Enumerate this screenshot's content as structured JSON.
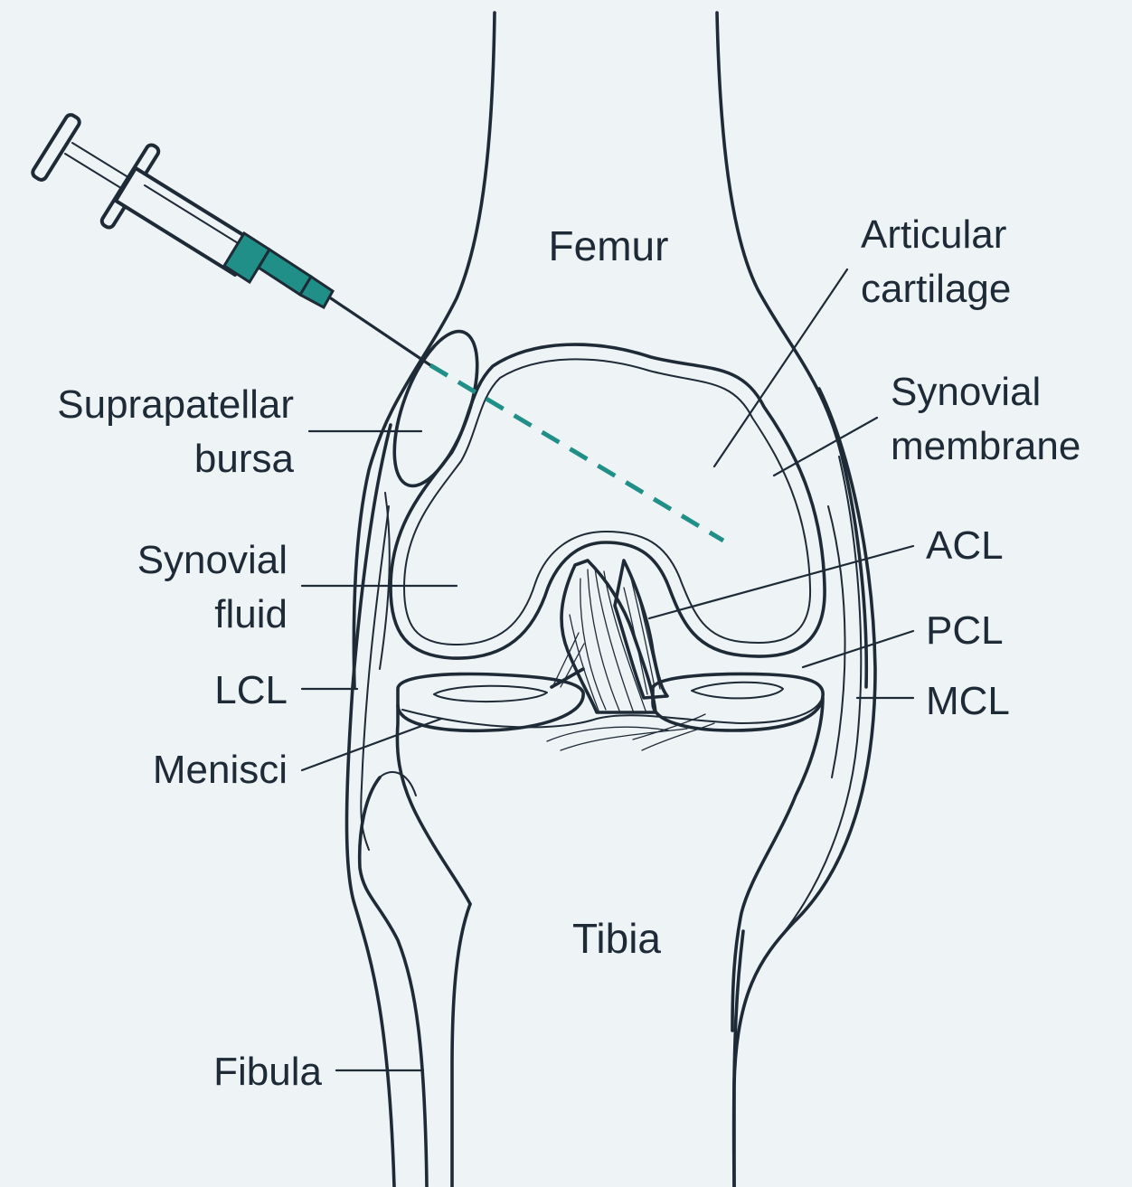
{
  "colors": {
    "background": "#eef3f6",
    "line": "#1e2a36",
    "accent": "#1f8f88"
  },
  "labels": {
    "femur": "Femur",
    "tibia": "Tibia",
    "fibula": "Fibula",
    "articular_cartilage": [
      "Articular",
      "cartilage"
    ],
    "synovial_membrane": [
      "Synovial",
      "membrane"
    ],
    "suprapatellar_bursa": [
      "Suprapatellar",
      "bursa"
    ],
    "synovial_fluid": [
      "Synovial",
      "fluid"
    ],
    "acl": "ACL",
    "pcl": "PCL",
    "lcl": "LCL",
    "mcl": "MCL",
    "menisci": "Menisci"
  },
  "icons": {
    "syringe": "syringe-icon",
    "needle_path": "dashed-injection-path"
  }
}
